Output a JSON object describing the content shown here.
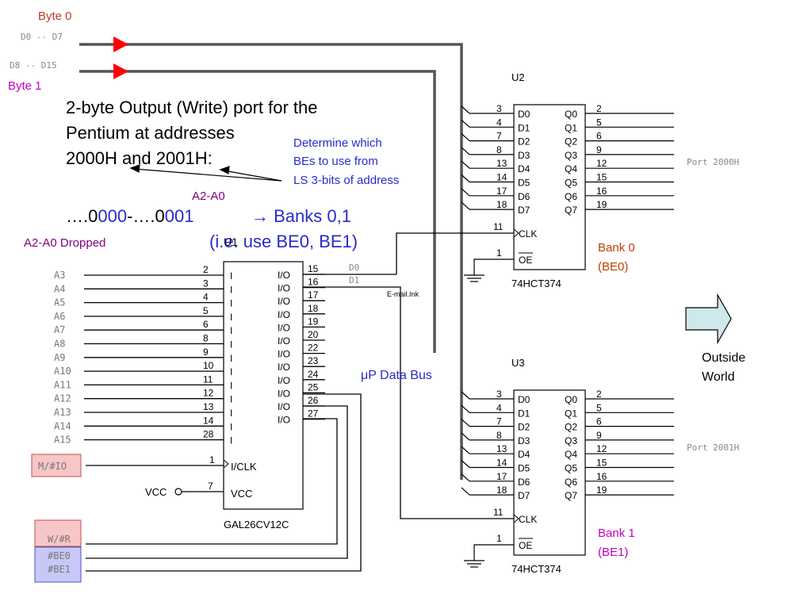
{
  "colors": {
    "byte0": "#c0392b",
    "byte1": "#c000c0",
    "blue": "#2a2acc",
    "purple": "#800080",
    "bank": "#c04000",
    "arrow_red": "#ff0000",
    "outside_fill": "#cfe8ea",
    "mio_fill": "#f7c6c6",
    "wr_fill": "#f7c6c6",
    "be_fill": "#c8c8f8"
  },
  "header": {
    "byte0": "Byte 0",
    "byte1": "Byte 1",
    "bus_d0_d7": "D0 -- D7",
    "bus_d8_d15": "D8 -- D15"
  },
  "title_lines": [
    "2-byte Output (Write) port for the",
    "Pentium at addresses",
    "2000H and 2001H:"
  ],
  "note_lines": [
    "Determine which",
    "BEs to use from",
    "LS 3-bits of address"
  ],
  "address": {
    "a2a0": "A2-A0",
    "line_prefix1": "….0",
    "line_blue1": "000",
    "line_mid": "-….0",
    "line_blue2": "001",
    "banks": "→ Banks 0,1",
    "ie": "(i.e. use BE0, BE1)",
    "dropped": "A2-A0 Dropped"
  },
  "gal": {
    "ref": "U1",
    "part": "GAL26CV12C",
    "in_label": "I",
    "io_label": "I/O",
    "clk_label": "I/CLK",
    "vcc_label": "VCC",
    "vcc_text": "VCC",
    "addr_inputs": [
      "A3",
      "A4",
      "A5",
      "A6",
      "A7",
      "A8",
      "A9",
      "A10",
      "A11",
      "A12",
      "A13",
      "A14",
      "A15"
    ],
    "left_pins": [
      "2",
      "3",
      "4",
      "5",
      "6",
      "8",
      "9",
      "10",
      "11",
      "12",
      "13",
      "14",
      "28"
    ],
    "right_pins": [
      "15",
      "16",
      "17",
      "18",
      "19",
      "20",
      "22",
      "23",
      "24",
      "25",
      "26",
      "27"
    ],
    "clk_pin": "1",
    "vcc_pin": "7",
    "out_d0": "D0",
    "out_d1": "D1"
  },
  "signals": {
    "mio": "M/#IO",
    "wr": "W/#R",
    "be0": "#BE0",
    "be1": "#BE1"
  },
  "latch_common": {
    "d_labels": [
      "D0",
      "D1",
      "D2",
      "D3",
      "D4",
      "D5",
      "D6",
      "D7"
    ],
    "q_labels": [
      "Q0",
      "Q1",
      "Q2",
      "Q3",
      "Q4",
      "Q5",
      "Q6",
      "Q7"
    ],
    "d_pins": [
      "3",
      "4",
      "7",
      "8",
      "13",
      "14",
      "17",
      "18"
    ],
    "q_pins": [
      "2",
      "5",
      "6",
      "9",
      "12",
      "15",
      "16",
      "19"
    ],
    "clk_label": "CLK",
    "oe_label": "OE",
    "clk_pin": "11",
    "oe_pin": "1",
    "part": "74HCT374"
  },
  "latch_u2": {
    "ref": "U2",
    "bank": "Bank 0",
    "be": "(BE0)",
    "port": "Port 2000H"
  },
  "latch_u3": {
    "ref": "U3",
    "bank": "Bank 1",
    "be": "(BE1)",
    "port": "Port 2001H"
  },
  "misc": {
    "email_ink": "E-mail.Ink",
    "data_bus_mu": "μ",
    "data_bus": "P Data Bus",
    "outside1": "Outside",
    "outside2": "World"
  }
}
